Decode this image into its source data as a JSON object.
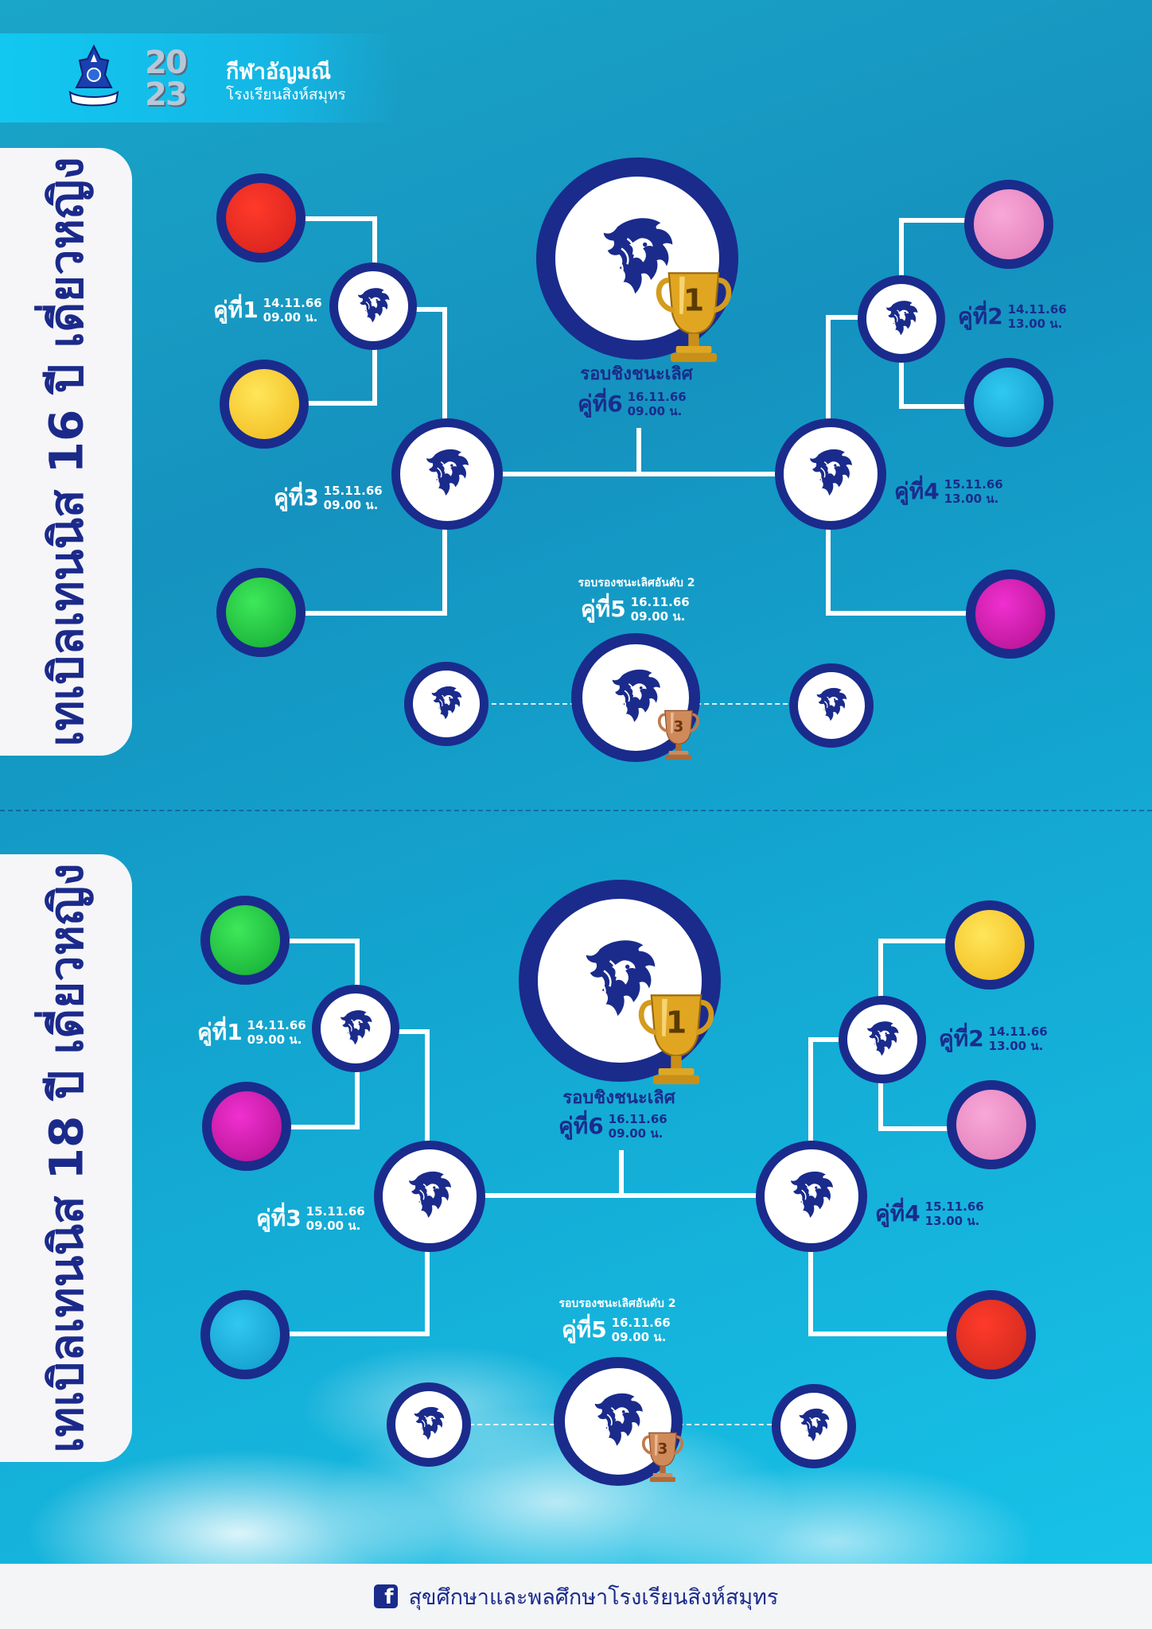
{
  "header": {
    "title": "กีฬาอัญมณี",
    "subtitle": "โรงเรียนสิงห์สมุทร",
    "year_logo_text": [
      "20",
      "23"
    ]
  },
  "colors": {
    "navy": "#1a2b8c",
    "line": "#ffffff",
    "background": "#1592bf",
    "red": "#e8231f",
    "yellow": "#f4cc1e",
    "green": "#1fc23f",
    "pink": "#ec8cc8",
    "sky": "#1ab6e0",
    "magenta": "#d81ab8"
  },
  "sections": [
    {
      "title": "เทเบิลเทนนิส 16 ปี เดี่ยวหญิง",
      "teams_left": [
        "red",
        "yellow",
        "green"
      ],
      "teams_right": [
        "pink",
        "sky",
        "magenta"
      ],
      "matches": {
        "m1": {
          "label": "คู่ที่1",
          "date": "14.11.66",
          "time": "09.00 น."
        },
        "m2": {
          "label": "คู่ที่2",
          "date": "14.11.66",
          "time": "13.00 น."
        },
        "m3": {
          "label": "คู่ที่3",
          "date": "15.11.66",
          "time": "09.00 น."
        },
        "m4": {
          "label": "คู่ที่4",
          "date": "15.11.66",
          "time": "13.00 น."
        },
        "m5": {
          "label": "คู่ที่5",
          "date": "16.11.66",
          "time": "09.00 น.",
          "round": "รอบรองชนะเลิศอันดับ 2"
        },
        "m6": {
          "label": "คู่ที่6",
          "date": "16.11.66",
          "time": "09.00 น.",
          "round": "รอบชิงชนะเลิศ"
        }
      },
      "trophy_gold": "1",
      "trophy_bronze": "3"
    },
    {
      "title": "เทเบิลเทนนิส 18 ปี เดี่ยวหญิง",
      "teams_left": [
        "green",
        "magenta",
        "sky"
      ],
      "teams_right": [
        "yellow",
        "pink",
        "red"
      ],
      "matches": {
        "m1": {
          "label": "คู่ที่1",
          "date": "14.11.66",
          "time": "09.00 น."
        },
        "m2": {
          "label": "คู่ที่2",
          "date": "14.11.66",
          "time": "13.00 น."
        },
        "m3": {
          "label": "คู่ที่3",
          "date": "15.11.66",
          "time": "09.00 น."
        },
        "m4": {
          "label": "คู่ที่4",
          "date": "15.11.66",
          "time": "13.00 น."
        },
        "m5": {
          "label": "คู่ที่5",
          "date": "16.11.66",
          "time": "09.00 น.",
          "round": "รอบรองชนะเลิศอันดับ 2"
        },
        "m6": {
          "label": "คู่ที่6",
          "date": "16.11.66",
          "time": "09.00 น.",
          "round": "รอบชิงชนะเลิศ"
        }
      },
      "trophy_gold": "1",
      "trophy_bronze": "3"
    }
  ],
  "footer": {
    "icon": "facebook-icon",
    "text": "สุขศึกษาและพลศึกษาโรงเรียนสิงห์สมุทร"
  }
}
